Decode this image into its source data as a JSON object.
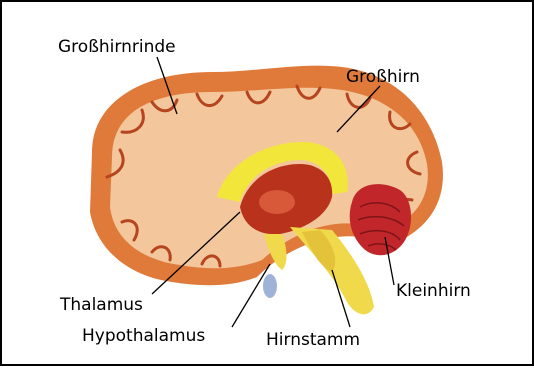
{
  "diagram": {
    "labels": {
      "cerebral_cortex": "Großhirnrinde",
      "cerebrum": "Großhirn",
      "cerebellum": "Kleinhirn",
      "thalamus": "Thalamus",
      "hypothalamus": "Hypothalamus",
      "brainstem": "Hirnstamm"
    },
    "colors": {
      "cortex_outer": "#e07a3a",
      "cortex_inner": "#f3b985",
      "white_matter": "#f6d3b2",
      "gyri_line": "#b5441f",
      "corpus_callosum": "#f2e63a",
      "thalamus_red": "#b8321c",
      "cerebellum": "#c0262a",
      "brainstem": "#f0d94a",
      "pituitary": "#9fb3d6"
    }
  }
}
